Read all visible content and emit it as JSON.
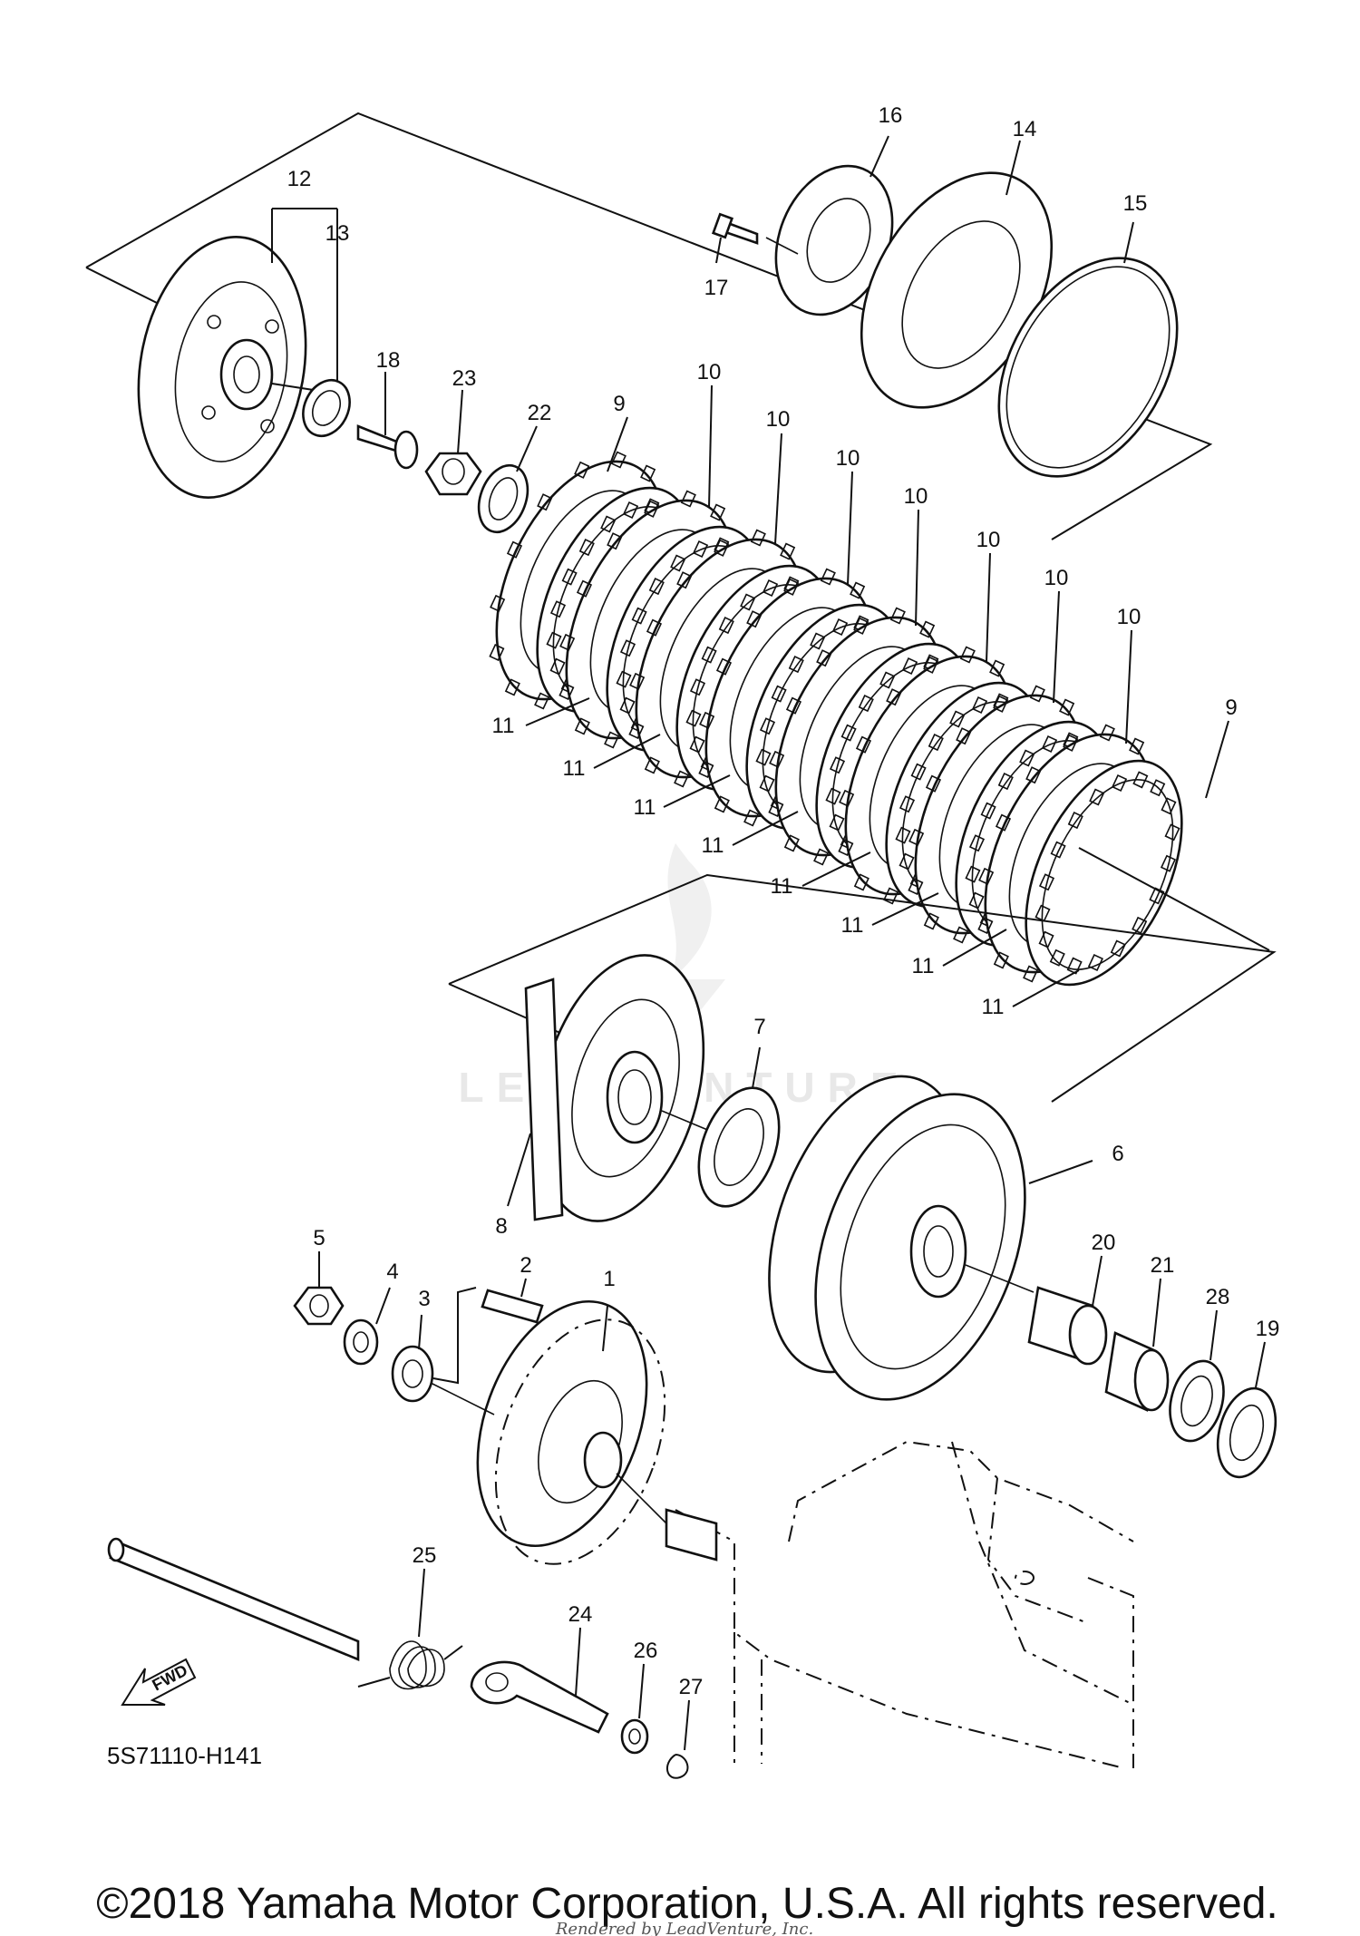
{
  "diagram": {
    "diagram_code": "5S71110-H141",
    "fwd_label": "FWD",
    "watermark": "LEADVENTURE",
    "copyright": "©2018 Yamaha Motor Corporation, U.S.A. All rights reserved.",
    "rendered_by": "Rendered by LeadVenture, Inc.",
    "callouts": [
      {
        "id": "c1",
        "text": "1"
      },
      {
        "id": "c2",
        "text": "2"
      },
      {
        "id": "c3",
        "text": "3"
      },
      {
        "id": "c4",
        "text": "4"
      },
      {
        "id": "c5",
        "text": "5"
      },
      {
        "id": "c6",
        "text": "6"
      },
      {
        "id": "c7",
        "text": "7"
      },
      {
        "id": "c8",
        "text": "8"
      },
      {
        "id": "c9a",
        "text": "9"
      },
      {
        "id": "c9b",
        "text": "9"
      },
      {
        "id": "c10a",
        "text": "10"
      },
      {
        "id": "c10b",
        "text": "10"
      },
      {
        "id": "c10c",
        "text": "10"
      },
      {
        "id": "c10d",
        "text": "10"
      },
      {
        "id": "c10e",
        "text": "10"
      },
      {
        "id": "c10f",
        "text": "10"
      },
      {
        "id": "c10g",
        "text": "10"
      },
      {
        "id": "c11a",
        "text": "11"
      },
      {
        "id": "c11b",
        "text": "11"
      },
      {
        "id": "c11c",
        "text": "11"
      },
      {
        "id": "c11d",
        "text": "11"
      },
      {
        "id": "c11e",
        "text": "11"
      },
      {
        "id": "c11f",
        "text": "11"
      },
      {
        "id": "c11g",
        "text": "11"
      },
      {
        "id": "c11h",
        "text": "11"
      },
      {
        "id": "c12",
        "text": "12"
      },
      {
        "id": "c13",
        "text": "13"
      },
      {
        "id": "c14",
        "text": "14"
      },
      {
        "id": "c15",
        "text": "15"
      },
      {
        "id": "c16",
        "text": "16"
      },
      {
        "id": "c17",
        "text": "17"
      },
      {
        "id": "c18",
        "text": "18"
      },
      {
        "id": "c19",
        "text": "19"
      },
      {
        "id": "c20",
        "text": "20"
      },
      {
        "id": "c21",
        "text": "21"
      },
      {
        "id": "c22",
        "text": "22"
      },
      {
        "id": "c23",
        "text": "23"
      },
      {
        "id": "c24",
        "text": "24"
      },
      {
        "id": "c25",
        "text": "25"
      },
      {
        "id": "c26",
        "text": "26"
      },
      {
        "id": "c27",
        "text": "27"
      },
      {
        "id": "c28",
        "text": "28"
      }
    ]
  }
}
